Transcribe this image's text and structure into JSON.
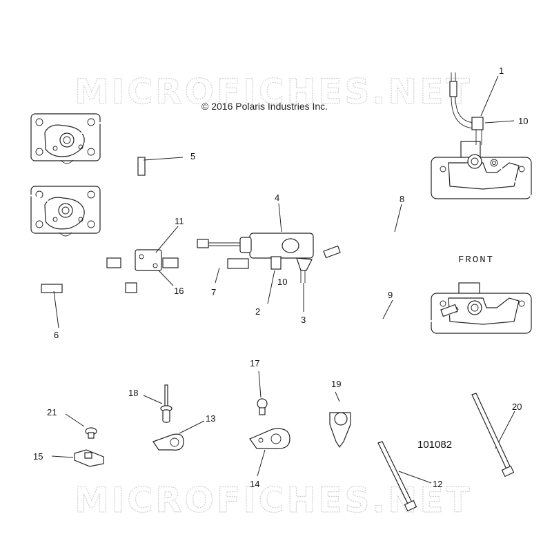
{
  "watermark": {
    "text": "MICROFICHES.NET"
  },
  "copyright": "© 2016 Polaris Industries Inc.",
  "front_label": "FRONT",
  "illustration_number": "101082",
  "callouts": [
    {
      "id": "c1",
      "label": "1"
    },
    {
      "id": "c10a",
      "label": "10"
    },
    {
      "id": "c5",
      "label": "5"
    },
    {
      "id": "c4",
      "label": "4"
    },
    {
      "id": "c8",
      "label": "8"
    },
    {
      "id": "c11",
      "label": "11"
    },
    {
      "id": "c16",
      "label": "16"
    },
    {
      "id": "c7",
      "label": "7"
    },
    {
      "id": "c10b",
      "label": "10"
    },
    {
      "id": "c2",
      "label": "2"
    },
    {
      "id": "c3",
      "label": "3"
    },
    {
      "id": "c9",
      "label": "9"
    },
    {
      "id": "c6",
      "label": "6"
    },
    {
      "id": "c17",
      "label": "17"
    },
    {
      "id": "c18",
      "label": "18"
    },
    {
      "id": "c19",
      "label": "19"
    },
    {
      "id": "c20",
      "label": "20"
    },
    {
      "id": "c21",
      "label": "21"
    },
    {
      "id": "c13",
      "label": "13"
    },
    {
      "id": "c15",
      "label": "15"
    },
    {
      "id": "c14",
      "label": "14"
    },
    {
      "id": "c12",
      "label": "12"
    }
  ]
}
